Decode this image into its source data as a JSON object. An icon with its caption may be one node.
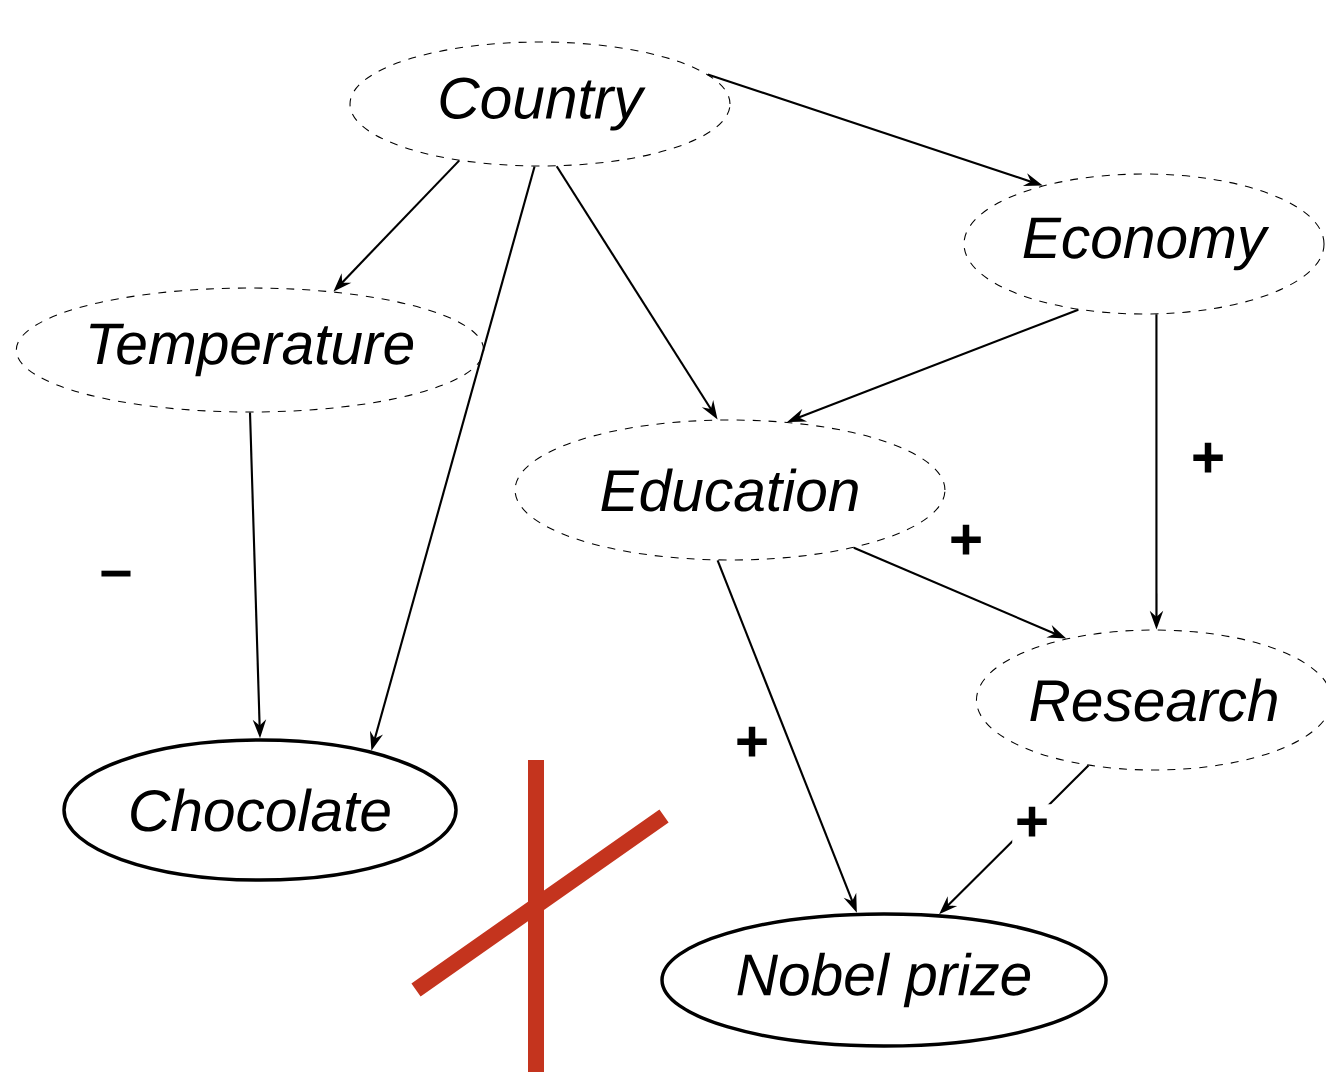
{
  "diagram": {
    "nodes": [
      {
        "text": [
          "Country"
        ]
      },
      {
        "text": [
          "Economy"
        ]
      },
      {
        "text": [
          "Temperature"
        ]
      },
      {
        "text": [
          "Education"
        ]
      },
      {
        "text": [
          "Chocolate"
        ]
      },
      {
        "text": [
          "Research"
        ]
      },
      {
        "text": [
          "Nobel prize"
        ]
      }
    ],
    "edges": [
      {
        "from": 0,
        "to": 2,
        "arrow": "to"
      },
      {
        "from": 0,
        "to": 4,
        "arrow": "to"
      },
      {
        "from": 0,
        "to": 3,
        "arrow": "to"
      },
      {
        "from": 0,
        "to": 1,
        "arrow": "to"
      },
      {
        "from": 1,
        "to": 3,
        "arrow": "to"
      },
      {
        "from": 1,
        "to": 5,
        "arrow": "to",
        "label": "+"
      },
      {
        "from": 2,
        "to": 4,
        "arrow": "to",
        "label": "–"
      },
      {
        "from": 3,
        "to": 5,
        "arrow": "to",
        "label": "+"
      },
      {
        "from": 3,
        "to": 6,
        "arrow": "to",
        "label": "+"
      },
      {
        "from": 5,
        "to": 6,
        "arrow": "to",
        "label": "+"
      }
    ]
  }
}
